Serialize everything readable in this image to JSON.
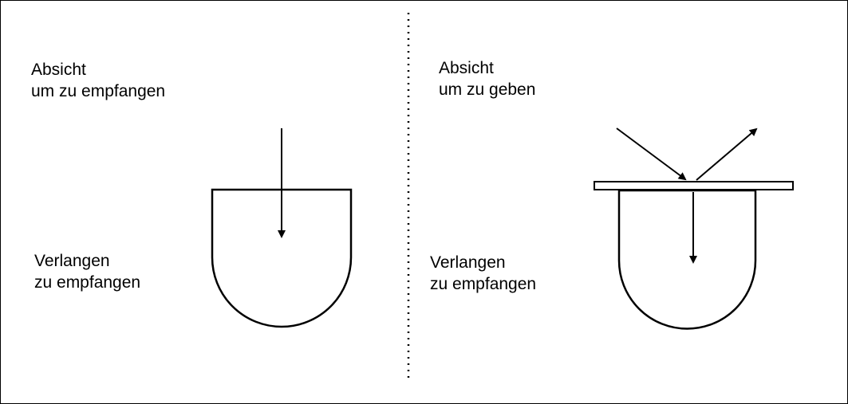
{
  "left": {
    "intention_line1": "Absicht",
    "intention_line2": "um zu empfangen",
    "desire_line1": "Verlangen",
    "desire_line2": "zu empfangen"
  },
  "right": {
    "intention_line1": "Absicht",
    "intention_line2": "um zu geben",
    "desire_line1": "Verlangen",
    "desire_line2": "zu empfangen"
  }
}
